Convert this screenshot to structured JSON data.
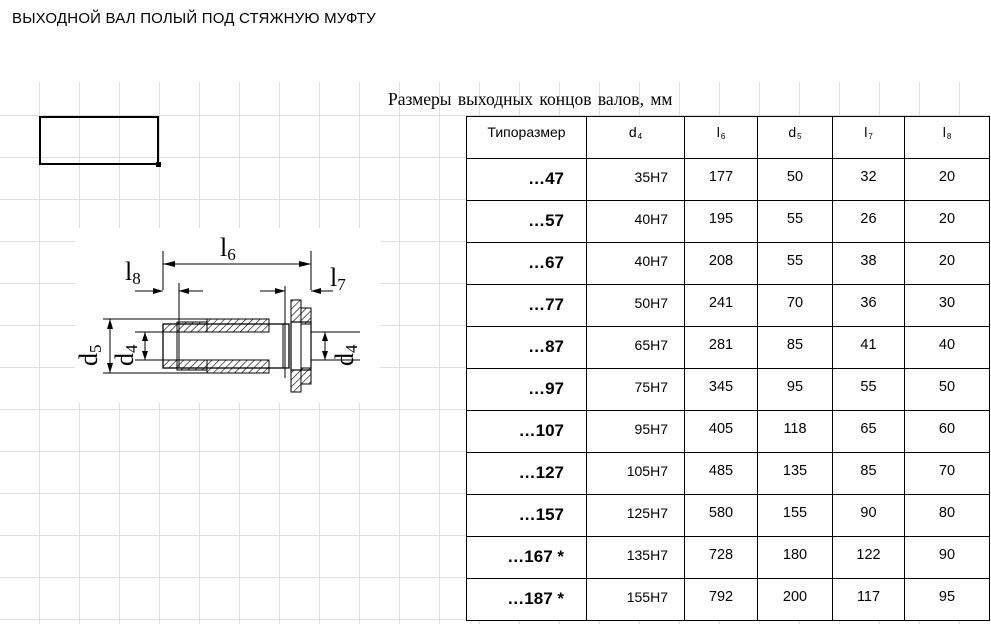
{
  "sheet": {
    "title": "ВЫХОДНОЙ ВАЛ ПОЛЫЙ ПОД СТЯЖНУЮ МУФТУ",
    "caption": "Размеры  выходных концов валов, мм"
  },
  "drawing": {
    "labels": {
      "l6": "l6",
      "l8": "l8",
      "l7": "l7",
      "d5": "d5",
      "d4_left": "d4",
      "d4_right": "d4"
    }
  },
  "table": {
    "headers": [
      "Типоразмер",
      "d4",
      "l6",
      "d5",
      "l7",
      "l8"
    ],
    "header_parts": [
      {
        "main": "Типоразмер",
        "sub": ""
      },
      {
        "main": "d",
        "sub": "4"
      },
      {
        "main": "l",
        "sub": "6"
      },
      {
        "main": "d",
        "sub": "5"
      },
      {
        "main": "l",
        "sub": "7"
      },
      {
        "main": "l",
        "sub": "8"
      }
    ],
    "rows": [
      [
        "…47",
        "35H7",
        "177",
        "50",
        "32",
        "20"
      ],
      [
        "…57",
        "40H7",
        "195",
        "55",
        "26",
        "20"
      ],
      [
        "…67",
        "40H7",
        "208",
        "55",
        "38",
        "20"
      ],
      [
        "…77",
        "50H7",
        "241",
        "70",
        "36",
        "30"
      ],
      [
        "…87",
        "65H7",
        "281",
        "85",
        "41",
        "40"
      ],
      [
        "…97",
        "75H7",
        "345",
        "95",
        "55",
        "50"
      ],
      [
        "…107",
        "95H7",
        "405",
        "118",
        "65",
        "60"
      ],
      [
        "…127",
        "105H7",
        "485",
        "135",
        "85",
        "70"
      ],
      [
        "…157",
        "125H7",
        "580",
        "155",
        "90",
        "80"
      ],
      [
        "…167 *",
        "135H7",
        "728",
        "180",
        "122",
        "90"
      ],
      [
        "…187 *",
        "155H7",
        "792",
        "200",
        "117",
        "95"
      ]
    ]
  }
}
